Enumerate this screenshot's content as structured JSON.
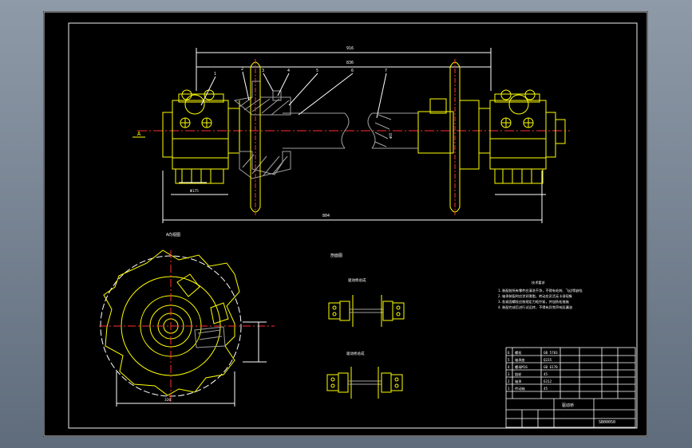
{
  "colors": {
    "background": "#000000",
    "frame": "#f0f0f0",
    "part": "#ffff00",
    "dim": "#ffffff",
    "section": "#a0a0a0",
    "viewport_bg": "#8e9aa8"
  },
  "labels": {
    "view_a_arrow": "A",
    "view_a_title": "A向视图",
    "cross_section_title": "剖面图",
    "variant_1_title": "驱动桥总成",
    "variant_2_title": "驱动桥总成",
    "notes_title": "技术要求",
    "notes": [
      "1.装配前所有零件应清洗干净，不得有毛刺、飞边等缺陷",
      "2.轴承装配时应涂润滑脂，转动应灵活无卡滞现象",
      "3.各紧固螺栓应按规定力矩拧紧，并加防松措施",
      "4.装配完成后进行试运转，不得有异常声响及漏油"
    ],
    "drawing_number": "SB00050",
    "title_block_name": "驱动桥"
  },
  "balloons": [
    "1",
    "2",
    "3",
    "4",
    "5",
    "6",
    "7"
  ],
  "dimensions": {
    "top_overall": "916",
    "bottom_overall": "804",
    "upper_dim": "836",
    "shaft_dia": "Φ65",
    "flange_dia": "Φ175",
    "view_span": "320"
  },
  "parts_list": [
    {
      "no": "6",
      "name": "螺栓",
      "qty": "GB 5783"
    },
    {
      "no": "5",
      "name": "轴承座",
      "qty": "Q235"
    },
    {
      "no": "4",
      "name": "螺母M16",
      "qty": "GB 6170"
    },
    {
      "no": "3",
      "name": "链轮",
      "qty": "45"
    },
    {
      "no": "2",
      "name": "轴承",
      "qty": "6312"
    },
    {
      "no": "1",
      "name": "传动轴",
      "qty": "45"
    }
  ]
}
